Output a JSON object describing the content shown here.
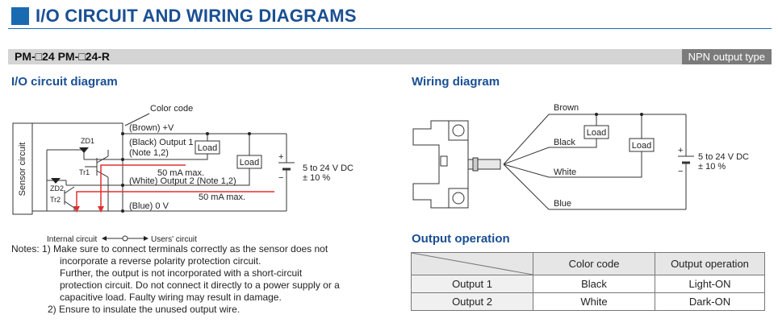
{
  "header": {
    "title": "I/O CIRCUIT AND WIRING DIAGRAMS"
  },
  "model_bar": {
    "models": "PM-□24   PM-□24-R",
    "output_type": "NPN output type"
  },
  "io_section": {
    "heading": "I/O circuit diagram",
    "labels": {
      "color_code": "Color code",
      "sensor_circuit": "Sensor circuit",
      "brown": "(Brown) +V",
      "black_output1": "(Black) Output 1",
      "note12_a": "(Note 1,2)",
      "white_output2": "(White) Output 2 (Note 1,2)",
      "ma50_a": "50 mA max.",
      "ma50_b": "50 mA max.",
      "blue": "(Blue) 0 V",
      "zd1": "ZD1",
      "zd2": "ZD2",
      "tr1": "Tr1",
      "tr2": "Tr2",
      "load1": "Load",
      "load2": "Load",
      "supply_v": "5 to 24 V DC",
      "supply_tol": "± 10 %",
      "plus": "+",
      "minus": "−",
      "internal": "Internal circuit",
      "users": "Users' circuit"
    }
  },
  "notes": {
    "n1_line1": "Notes: 1) Make sure to connect terminals correctly as the sensor does not",
    "n1_line2": "incorporate a reverse polarity protection circuit.",
    "n1_line3": "Further, the output is not incorporated with a short-circuit",
    "n1_line4": "protection circuit. Do not connect it directly to a power supply or a",
    "n1_line5": "capacitive load. Faulty wiring may result in damage.",
    "n2_line1": "2) Ensure to insulate the unused output wire."
  },
  "wiring_section": {
    "heading": "Wiring diagram",
    "labels": {
      "brown": "Brown",
      "black": "Black",
      "white": "White",
      "blue": "Blue",
      "load1": "Load",
      "load2": "Load",
      "supply_v": "5 to 24 V DC",
      "supply_tol": "± 10 %",
      "plus": "+",
      "minus": "−"
    }
  },
  "output_operation": {
    "heading": "Output operation",
    "columns": [
      "",
      "Color code",
      "Output operation"
    ],
    "rows": [
      {
        "name": "Output 1",
        "color": "Black",
        "operation": "Light-ON"
      },
      {
        "name": "Output 2",
        "color": "White",
        "operation": "Dark-ON"
      }
    ]
  },
  "colors": {
    "accent": "#1a6ab1",
    "heading": "#1a4f93",
    "current": "#e03030"
  }
}
